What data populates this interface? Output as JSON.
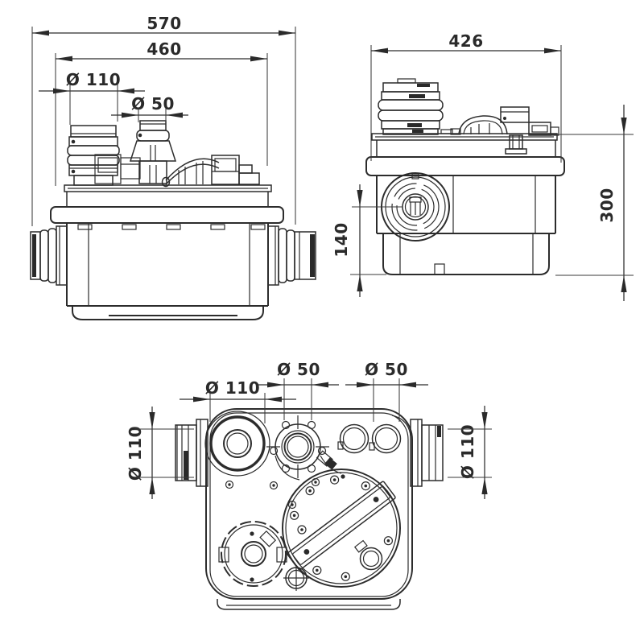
{
  "document": {
    "type": "technical dimensional drawing",
    "subject": "sanitary macerator lifting pump — three orthographic views",
    "units": "mm",
    "line_color": "#2c2c2c",
    "background_color": "#ffffff"
  },
  "front_view": {
    "name": "front view",
    "overall_width": "570",
    "tank_width": "460",
    "inlet_diameter": "Ø 110",
    "vent_diameter": "Ø 50"
  },
  "side_view": {
    "name": "side view",
    "depth": "426",
    "overall_height": "300",
    "side_inlet_height": "140"
  },
  "bottom_view": {
    "name": "bottom view",
    "inlet_diameter": "Ø 110",
    "vent_diameter": "Ø 50",
    "discharge_diameter": "Ø 50",
    "left_socket_diameter": "Ø 110",
    "right_socket_diameter": "Ø 110"
  }
}
